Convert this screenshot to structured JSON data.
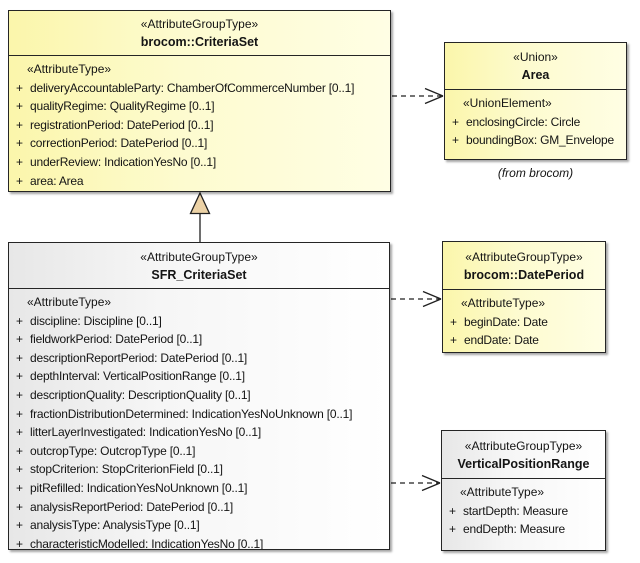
{
  "colors": {
    "class_fill_left": "#fbf6ab",
    "class_fill_right": "#fffee4",
    "neutral_fill_left": "#e7e7e7",
    "neutral_fill_right": "#ffffff",
    "border": "#252525",
    "generalization_triangle_fill": "#ecd2a6"
  },
  "caption": "(from brocom)",
  "classes": [
    {
      "id": "brocom-criteriaset",
      "stereotype": "«AttributeGroupType»",
      "name": "brocom::CriteriaSet",
      "section_header": "«AttributeType»",
      "attributes": [
        {
          "vis": "+",
          "text": "deliveryAccountableParty: ChamberOfCommerceNumber [0..1]"
        },
        {
          "vis": "+",
          "text": "qualityRegime: QualityRegime [0..1]"
        },
        {
          "vis": "+",
          "text": "registrationPeriod: DatePeriod [0..1]"
        },
        {
          "vis": "+",
          "text": "correctionPeriod: DatePeriod [0..1]"
        },
        {
          "vis": "+",
          "text": "underReview: IndicationYesNo [0..1]"
        },
        {
          "vis": "+",
          "text": "area: Area"
        }
      ]
    },
    {
      "id": "area",
      "stereotype": "«Union»",
      "name": "Area",
      "section_header": "«UnionElement»",
      "attributes": [
        {
          "vis": "+",
          "text": "enclosingCircle: Circle"
        },
        {
          "vis": "+",
          "text": "boundingBox: GM_Envelope"
        }
      ]
    },
    {
      "id": "sfr-criteriaset",
      "stereotype": "«AttributeGroupType»",
      "name": "SFR_CriteriaSet",
      "section_header": "«AttributeType»",
      "attributes": [
        {
          "vis": "+",
          "text": "discipline: Discipline [0..1]"
        },
        {
          "vis": "+",
          "text": "fieldworkPeriod: DatePeriod [0..1]"
        },
        {
          "vis": "+",
          "text": "descriptionReportPeriod: DatePeriod [0..1]"
        },
        {
          "vis": "+",
          "text": "depthInterval: VerticalPositionRange [0..1]"
        },
        {
          "vis": "+",
          "text": "descriptionQuality: DescriptionQuality [0..1]"
        },
        {
          "vis": "+",
          "text": "fractionDistributionDetermined: IndicationYesNoUnknown [0..1]"
        },
        {
          "vis": "+",
          "text": "litterLayerInvestigated: IndicationYesNo [0..1]"
        },
        {
          "vis": "+",
          "text": "outcropType: OutcropType [0..1]"
        },
        {
          "vis": "+",
          "text": "stopCriterion: StopCriterionField [0..1]"
        },
        {
          "vis": "+",
          "text": "pitRefilled: IndicationYesNoUnknown [0..1]"
        },
        {
          "vis": "+",
          "text": "analysisReportPeriod: DatePeriod [0..1]"
        },
        {
          "vis": "+",
          "text": "analysisType: AnalysisType [0..1]"
        },
        {
          "vis": "+",
          "text": "characteristicModelled: IndicationYesNo [0..1]"
        }
      ]
    },
    {
      "id": "brocom-dateperiod",
      "stereotype": "«AttributeGroupType»",
      "name": "brocom::DatePeriod",
      "section_header": "«AttributeType»",
      "attributes": [
        {
          "vis": "+",
          "text": "beginDate: Date"
        },
        {
          "vis": "+",
          "text": "endDate: Date"
        }
      ]
    },
    {
      "id": "verticalpositionrange",
      "stereotype": "«AttributeGroupType»",
      "name": "VerticalPositionRange",
      "section_header": "«AttributeType»",
      "attributes": [
        {
          "vis": "+",
          "text": "startDepth: Measure"
        },
        {
          "vis": "+",
          "text": "endDepth: Measure"
        }
      ]
    }
  ],
  "relations": [
    {
      "type": "generalization",
      "from": "SFR_CriteriaSet",
      "to": "brocom::CriteriaSet"
    },
    {
      "type": "dependency",
      "from": "brocom::CriteriaSet",
      "to": "Area"
    },
    {
      "type": "dependency",
      "from": "SFR_CriteriaSet",
      "to": "brocom::DatePeriod"
    },
    {
      "type": "dependency",
      "from": "SFR_CriteriaSet",
      "to": "VerticalPositionRange"
    }
  ]
}
